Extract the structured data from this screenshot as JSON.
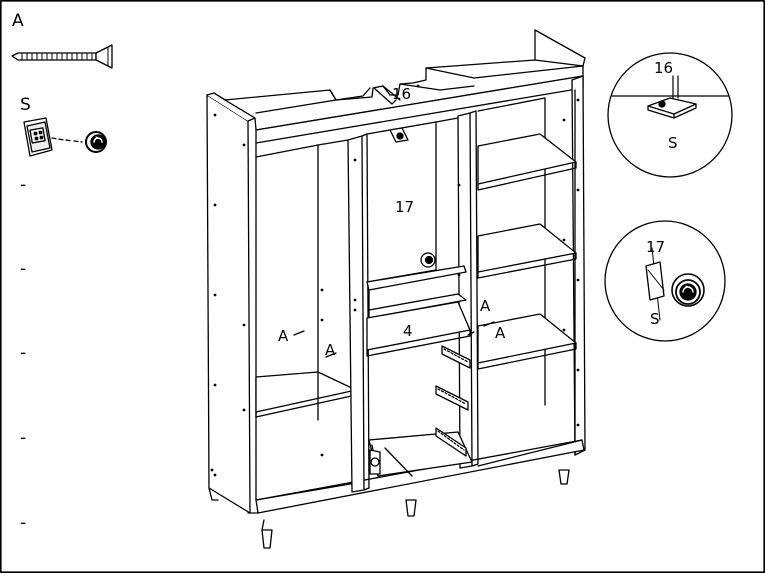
{
  "diagram": {
    "legend": {
      "part_a": {
        "letter": "A",
        "icon": "screw-icon"
      },
      "part_s": {
        "letter": "S",
        "icon": "cam-lock-fitting-icon"
      },
      "checklist_marks": [
        "-",
        "-",
        "-",
        "-",
        "-"
      ]
    },
    "wardrobe": {
      "part_labels": {
        "top_panel": "16",
        "center_back": "17",
        "center_shelf": "4",
        "screw_left_1": "A",
        "screw_left_2": "A",
        "screw_right_1": "A",
        "screw_right_2": "A"
      }
    },
    "detail_top": {
      "panel_number": "16",
      "fitting_letter": "S"
    },
    "detail_bottom": {
      "panel_number": "17",
      "fitting_letter": "S"
    }
  }
}
